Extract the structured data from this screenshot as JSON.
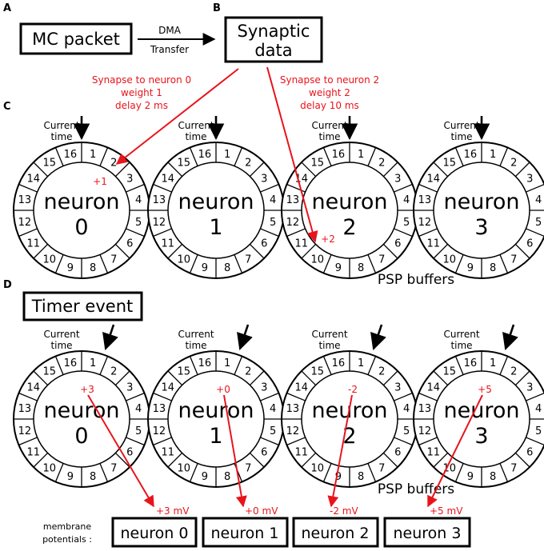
{
  "panels": {
    "a": "A",
    "b": "B",
    "c": "C",
    "d": "D"
  },
  "mc_packet": "MC packet",
  "dma_top": "DMA",
  "dma_bottom": "Transfer",
  "synaptic_data": [
    "Synaptic",
    "data"
  ],
  "syn0": [
    "Synapse to neuron 0",
    "weight 1",
    "delay 2 ms"
  ],
  "syn2": [
    "Synapse to neuron 2",
    "weight 2",
    "delay 10 ms"
  ],
  "current_time": [
    "Current",
    "time"
  ],
  "neuron_word": "neuron",
  "neurons": [
    "0",
    "1",
    "2",
    "3"
  ],
  "segments": [
    "1",
    "2",
    "3",
    "4",
    "5",
    "6",
    "7",
    "8",
    "9",
    "10",
    "11",
    "12",
    "13",
    "14",
    "15",
    "16"
  ],
  "c_markers": [
    "+1",
    "+2"
  ],
  "psp_buffers": "PSP buffers",
  "timer_event": "Timer event",
  "d_values": [
    "+3",
    "+0",
    "-2",
    "+5"
  ],
  "mv_values": [
    "+3 mV",
    "+0 mV",
    "-2 mV",
    "+5 mV"
  ],
  "membrane_label": [
    "membrane",
    "potentials :"
  ],
  "output_boxes": [
    "neuron 0",
    "neuron 1",
    "neuron 2",
    "neuron 3"
  ],
  "colors": {
    "accent": "#e8141c",
    "stroke": "#000000"
  }
}
